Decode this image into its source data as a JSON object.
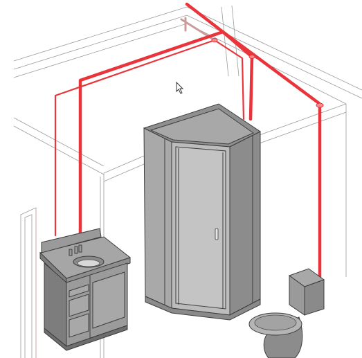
{
  "view": {
    "type": "3d-isometric-viewport",
    "colors": {
      "background": "#ffffff",
      "pipe": "#e8343a",
      "fixture_light": "#bdbdbd",
      "fixture_mid": "#9e9e9e",
      "fixture_dark": "#7a7a7a",
      "wireframe": "#9a9a9a"
    },
    "cursor": "arrow-pointer-icon",
    "objects": [
      "wall-wireframe",
      "vent-pipes",
      "vanity-cabinet",
      "sink",
      "faucet",
      "shower-enclosure",
      "shower-door",
      "toilet"
    ]
  }
}
